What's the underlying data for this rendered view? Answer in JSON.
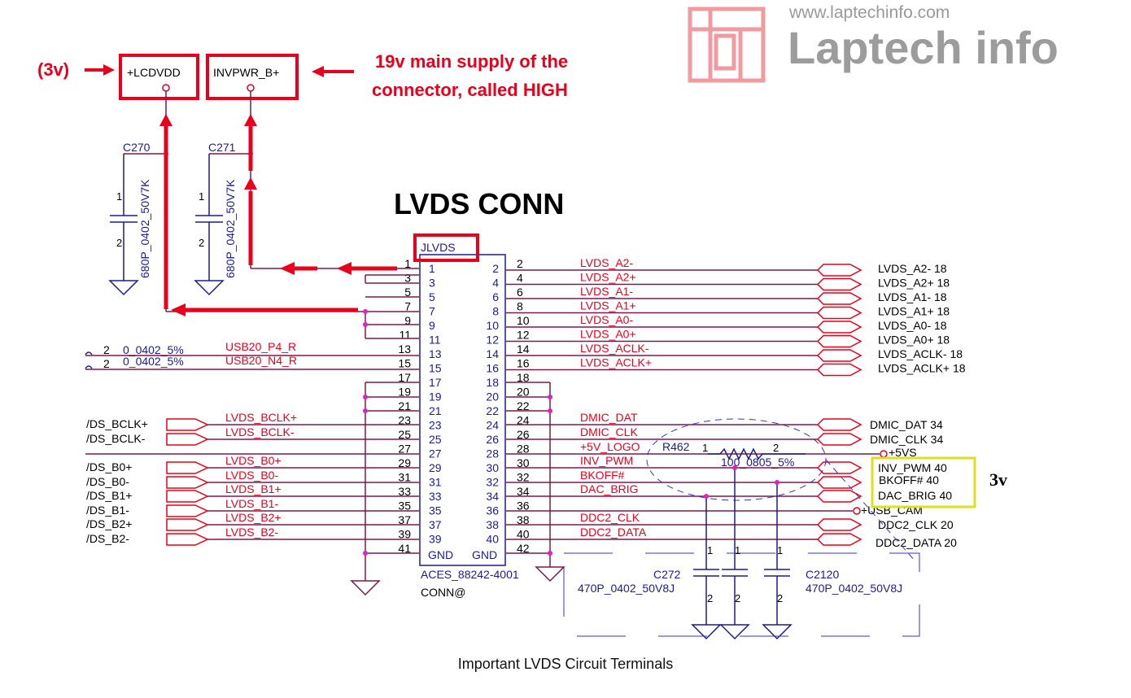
{
  "watermark": {
    "url": "www.laptechinfo.com",
    "brand": "Laptech info"
  },
  "title": "LVDS CONN",
  "caption": "Important LVDS Circuit Terminals",
  "annotations": {
    "lcdvdd_voltage": "(3v)",
    "invpwr_note_1": "19v main supply of the",
    "invpwr_note_2": "connector, called HIGH",
    "right_voltage": "3v"
  },
  "power_nets": {
    "lcdvdd": "+LCDVDD",
    "invpwr": "INVPWR_B+",
    "p5vs": "+5VS",
    "usb_cam": "+USB_CAM"
  },
  "connector": {
    "ref": "JLVDS",
    "part": "ACES_88242-4001",
    "variant": "CONN@",
    "gnd_left": "GND",
    "gnd_right": "GND",
    "left_pin_labels": [
      "1",
      "3",
      "5",
      "7",
      "9",
      "11",
      "13",
      "15",
      "17",
      "19",
      "21",
      "23",
      "25",
      "27",
      "29",
      "31",
      "33",
      "35",
      "37",
      "39"
    ],
    "right_pin_labels": [
      "2",
      "4",
      "6",
      "8",
      "10",
      "12",
      "14",
      "16",
      "18",
      "20",
      "22",
      "24",
      "26",
      "28",
      "30",
      "32",
      "34",
      "36",
      "38",
      "40"
    ],
    "left_ext": [
      "1",
      "3",
      "5",
      "7",
      "9",
      "11",
      "13",
      "15",
      "17",
      "19",
      "21",
      "23",
      "25",
      "27",
      "29",
      "31",
      "33",
      "35",
      "37",
      "39",
      "41"
    ],
    "right_ext": [
      "2",
      "4",
      "6",
      "8",
      "10",
      "12",
      "14",
      "16",
      "18",
      "20",
      "22",
      "24",
      "26",
      "28",
      "30",
      "32",
      "34",
      "36",
      "38",
      "40",
      "42"
    ]
  },
  "capacitors": {
    "c270": {
      "ref": "C270",
      "value": "680P_0402_50V7K",
      "pin1": "1",
      "pin2": "2"
    },
    "c271": {
      "ref": "C271",
      "value": "680P_0402_50V7K",
      "pin1": "1",
      "pin2": "2"
    },
    "c272": {
      "ref": "C272",
      "value": "470P_0402_50V8J"
    },
    "c2120": {
      "ref": "C2120",
      "value": "470P_0402_50V8J"
    },
    "pin1": "1",
    "pin2": "2"
  },
  "resistor": {
    "ref": "R462",
    "value": "100_0805_5%",
    "pin1": "1",
    "pin2": "2"
  },
  "usb_left": {
    "p4": {
      "pin": "2",
      "value": "0_0402_5%",
      "net": "USB20_P4_R"
    },
    "n4": {
      "pin": "2",
      "value": "0_0402_5%",
      "net": "USB20_N4_R"
    }
  },
  "right_nets": {
    "lvds": [
      "LVDS_A2-",
      "LVDS_A2+",
      "LVDS_A1-",
      "LVDS_A1+",
      "LVDS_A0-",
      "LVDS_A0+",
      "LVDS_ACLK-",
      "LVDS_ACLK+"
    ],
    "lvds_offpage": [
      "LVDS_A2-  18",
      "LVDS_A2+  18",
      "LVDS_A1-  18",
      "LVDS_A1+  18",
      "LVDS_A0-  18",
      "LVDS_A0+  18",
      "LVDS_ACLK-  18",
      "LVDS_ACLK+  18"
    ],
    "dmic_dat": "DMIC_DAT",
    "dmic_clk": "DMIC_CLK",
    "dmic_dat_off": "DMIC_DAT  34",
    "dmic_clk_off": "DMIC_CLK  34",
    "logo": "+5V_LOGO",
    "inv_pwm": "INV_PWM",
    "bkoff": "BKOFF#",
    "dac_brig": "DAC_BRIG",
    "inv_pwm_off": "INV_PWM  40",
    "bkoff_off": "BKOFF#  40",
    "dac_brig_off": "DAC_BRIG  40",
    "ddc2_clk": "DDC2_CLK",
    "ddc2_data": "DDC2_DATA",
    "ddc2_clk_off": "DDC2_CLK  20",
    "ddc2_data_off": "DDC2_DATA  20"
  },
  "left_b_nets": {
    "nets": [
      "LVDS_BCLK+",
      "LVDS_BCLK-",
      "LVDS_B0+",
      "LVDS_B0-",
      "LVDS_B1+",
      "LVDS_B1-",
      "LVDS_B2+",
      "LVDS_B2-"
    ],
    "offpage": [
      "/DS_BCLK+",
      "/DS_BCLK-",
      "/DS_B0+",
      "/DS_B0-",
      "/DS_B1+",
      "/DS_B1-",
      "/DS_B2+",
      "/DS_B2-"
    ]
  }
}
